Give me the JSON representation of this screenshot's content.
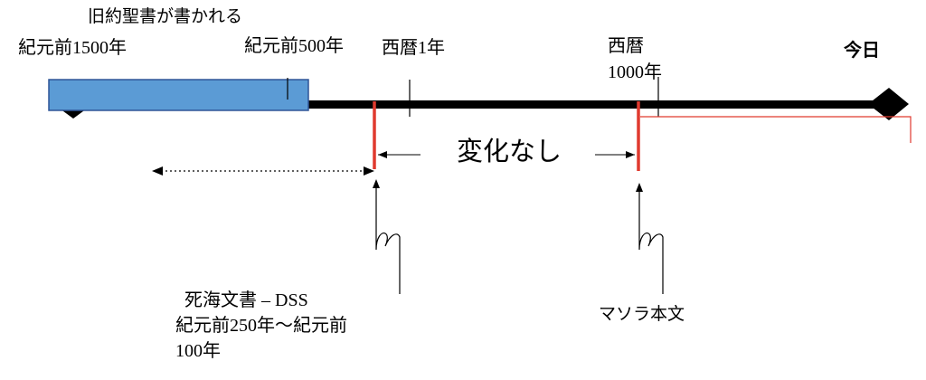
{
  "labels": {
    "ot_written": "旧約聖書が書かれる",
    "bc1500": "紀元前1500年",
    "bc500": "紀元前500年",
    "ad1": "西暦1年",
    "ad1000_line1": "西暦",
    "ad1000_line2": "1000年",
    "today": "今日",
    "no_change": "変化なし",
    "dss_line1": "死海文書 – DSS",
    "dss_line2": "紀元前250年～紀元前",
    "dss_line3": "100年",
    "masoretic": "マソラ本文"
  },
  "colors": {
    "timeline": "#000000",
    "ot_bar_fill": "#5b9bd5",
    "ot_bar_stroke": "#2f5597",
    "marker": "#e03a2f"
  }
}
